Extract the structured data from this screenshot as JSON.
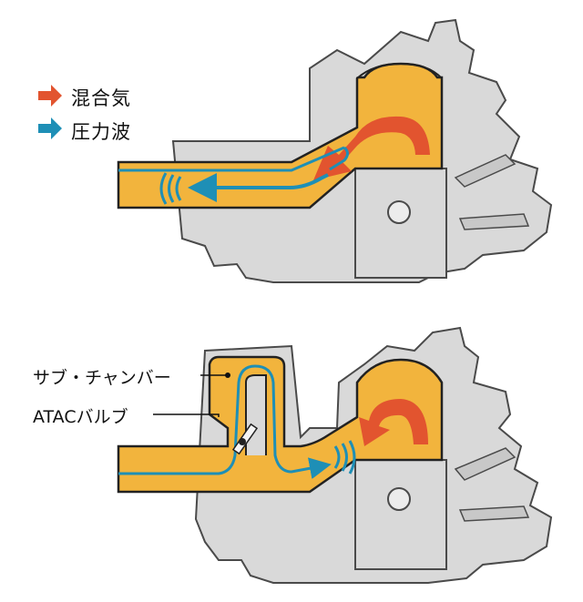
{
  "legend": {
    "mixture": {
      "label": "混合気",
      "color": "#e2542f"
    },
    "pressure_wave": {
      "label": "圧力波",
      "color": "#1e8fb6"
    }
  },
  "callouts": {
    "sub_chamber": "サブ・チャンバー",
    "atac_valve": "ATACバルブ"
  },
  "colors": {
    "engine_body": "#d9d9d9",
    "engine_outline": "#4a4a4a",
    "port_fill": "#f2b43d",
    "wave": "#1e8fb6",
    "flow": "#e2542f"
  }
}
